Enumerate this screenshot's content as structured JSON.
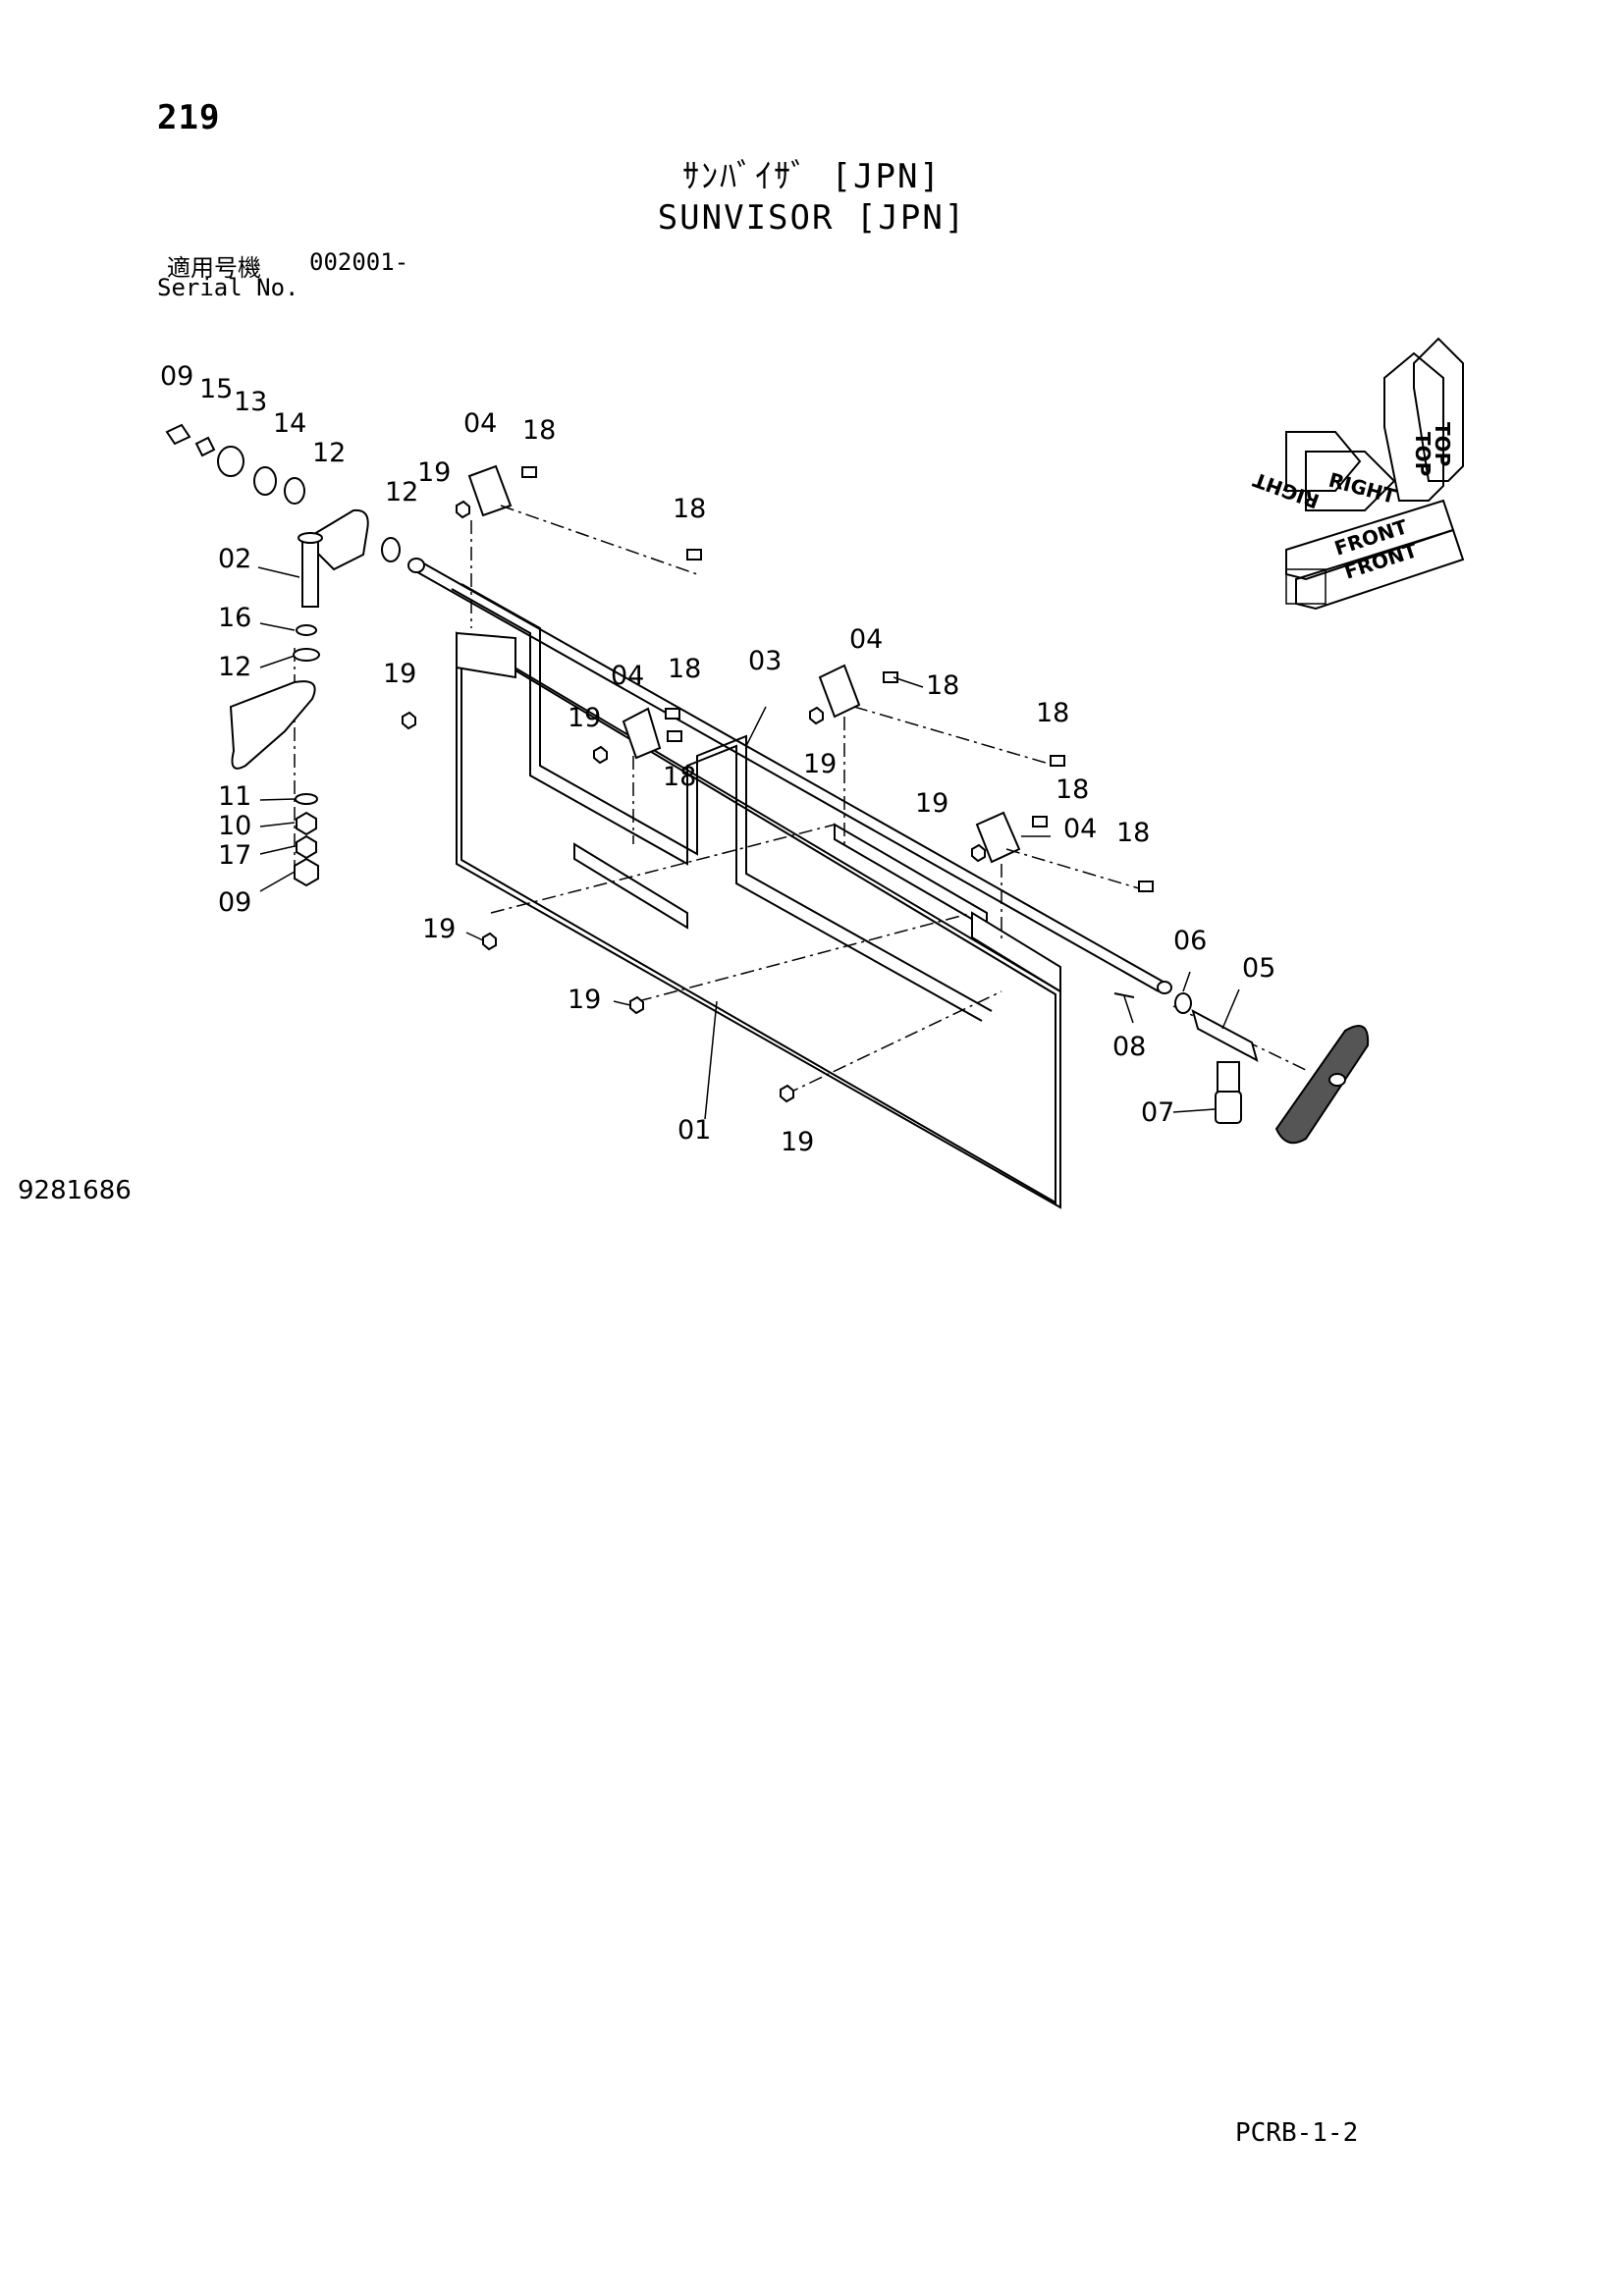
{
  "header": {
    "page_number": "219",
    "title_jp": "ｻﾝﾊﾞｲｻﾞ [JPN]",
    "title_en": "SUNVISOR [JPN]",
    "serial_label_jp": "適用号機",
    "serial_value": "002001-",
    "serial_label_en": "Serial No."
  },
  "orientation_indicator": {
    "labels": [
      "TOP",
      "TOP",
      "RIGHT",
      "RIGHT",
      "FRONT",
      "FRONT"
    ]
  },
  "callouts": [
    "09",
    "15",
    "13",
    "14",
    "12",
    "04",
    "18",
    "19",
    "12",
    "18",
    "02",
    "16",
    "12",
    "19",
    "04",
    "18",
    "19",
    "18",
    "03",
    "04",
    "18",
    "18",
    "19",
    "11",
    "10",
    "17",
    "09",
    "19",
    "18",
    "04",
    "18",
    "19",
    "06",
    "05",
    "19",
    "08",
    "07",
    "01",
    "19"
  ],
  "footer": {
    "drawing_number": "9281686",
    "page_code": "PCRB-1-2"
  }
}
